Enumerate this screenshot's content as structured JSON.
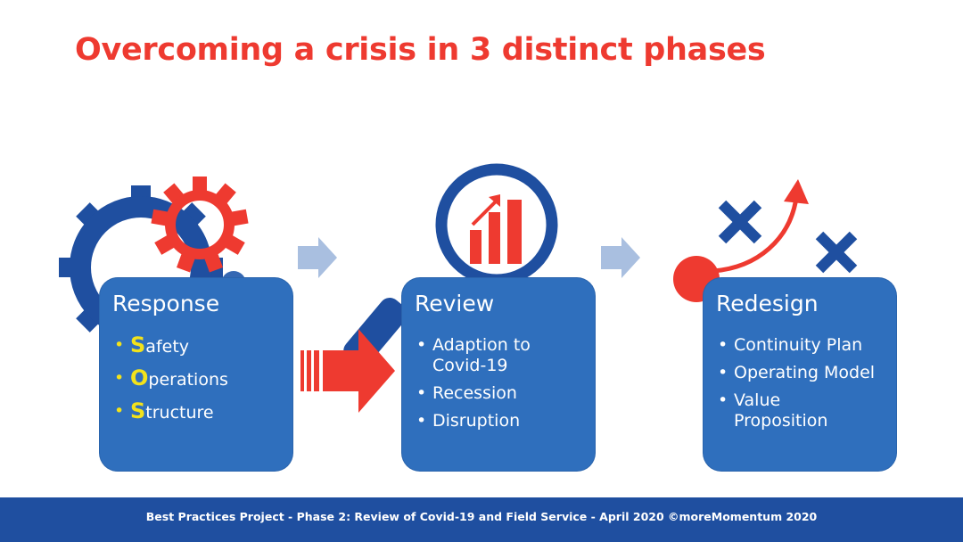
{
  "slide": {
    "title": "Overcoming a crisis in 3 distinct phases",
    "footer": "Best Practices Project - Phase 2: Review of Covid-19 and Field Service  -  April 2020   ©moreMomentum 2020"
  },
  "phases": [
    {
      "title": "Response",
      "items": [
        {
          "initial": "S",
          "rest": "afety"
        },
        {
          "initial": "O",
          "rest": "perations"
        },
        {
          "initial": "S",
          "rest": "tructure"
        }
      ]
    },
    {
      "title": "Review",
      "items": [
        "Adaption to Covid-19",
        "Recession",
        "Disruption"
      ]
    },
    {
      "title": "Redesign",
      "items": [
        "Continuity Plan",
        "Operating Model",
        "Value Proposition"
      ]
    }
  ],
  "icons": [
    "gears-icon",
    "magnifier-chart-icon",
    "strategy-play-icon",
    "chevron-arrow-icon",
    "striped-arrow-icon"
  ],
  "colors": {
    "title_red": "#ee3a30",
    "card_blue": "#2f6fbd",
    "dark_blue": "#1f4fa0",
    "accent_yellow": "#f2e21b",
    "chevron": "#a9bfe0"
  }
}
